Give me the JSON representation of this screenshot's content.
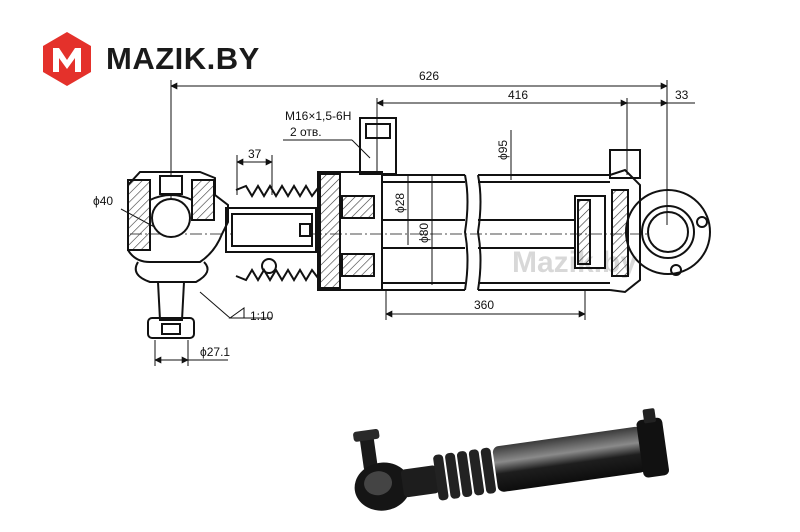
{
  "brand": {
    "logo_letter": "M",
    "name": "MAZIK.BY",
    "accent_color": "#e4312b",
    "text_color": "#1a1a1a"
  },
  "watermark": {
    "text": "Mazik.by"
  },
  "dimensions": {
    "overall_length": "626",
    "stroke_section": "416",
    "eye_offset": "33",
    "inner_length": "360",
    "thread_note": "M16×1,5-6H",
    "thread_count": "2 отв.",
    "boot_length": "37",
    "ball_diameter": "ϕ40",
    "rod_diameter": "ϕ28",
    "bore_diameter": "ϕ80",
    "outer_diameter": "ϕ95",
    "taper_ratio": "1:10",
    "pin_diameter": "ϕ27.1"
  }
}
